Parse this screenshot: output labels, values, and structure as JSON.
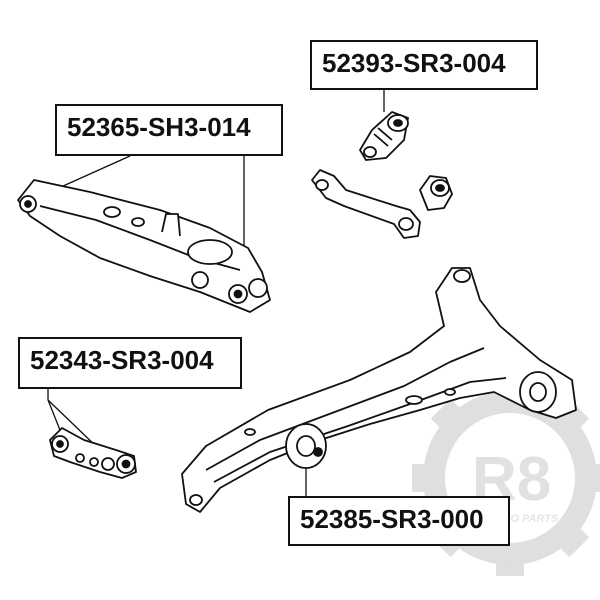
{
  "parts": [
    {
      "number": "52393-SR3-004"
    },
    {
      "number": "52365-SH3-014"
    },
    {
      "number": "52343-SR3-004"
    },
    {
      "number": "52385-SR3-000"
    }
  ],
  "watermark": {
    "logo_text": "R8",
    "subtext": "AUTO PARTS",
    "colors": {
      "gear": "#d9d9d9",
      "logo": "#e3e3e3"
    }
  }
}
